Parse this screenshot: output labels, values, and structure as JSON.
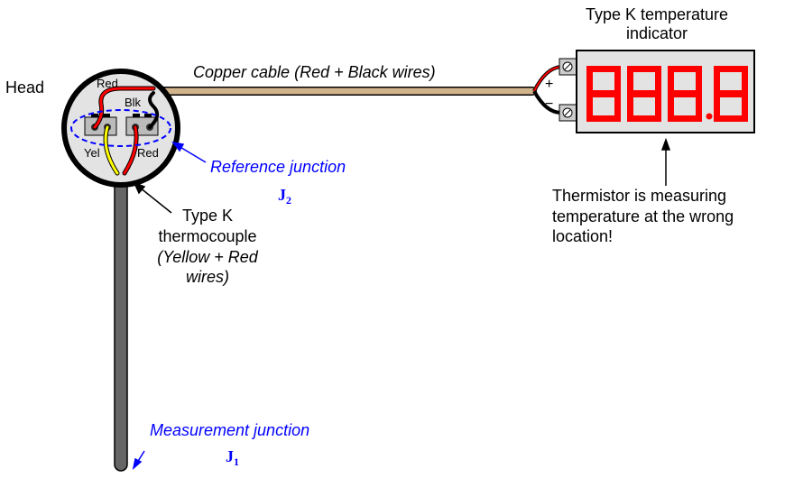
{
  "labels": {
    "head": "Head",
    "cable": "Copper cable (Red + Black wires)",
    "indicator_line1": "Type K temperature",
    "indicator_line2": "indicator",
    "wire_red_top": "Red",
    "wire_blk": "Blk",
    "wire_yel": "Yel",
    "wire_red_bottom": "Red",
    "reference_junction": "Reference junction",
    "j2": "J",
    "j2_sub": "2",
    "thermocouple_line1": "Type K",
    "thermocouple_line2": "thermocouple",
    "thermocouple_line3": "(Yellow + Red",
    "thermocouple_line4": "wires)",
    "thermistor_line1": "Thermistor is measuring",
    "thermistor_line2": "temperature at the wrong",
    "thermistor_line3": "location!",
    "measurement_junction": "Measurement junction",
    "j1": "J",
    "j1_sub": "1",
    "plus": "+",
    "minus": "−"
  },
  "colors": {
    "red": "#ff0000",
    "blue": "#0000ff",
    "yellow": "#ffff00",
    "tan": "#d2b48c",
    "panel": "#e3e3e3"
  }
}
